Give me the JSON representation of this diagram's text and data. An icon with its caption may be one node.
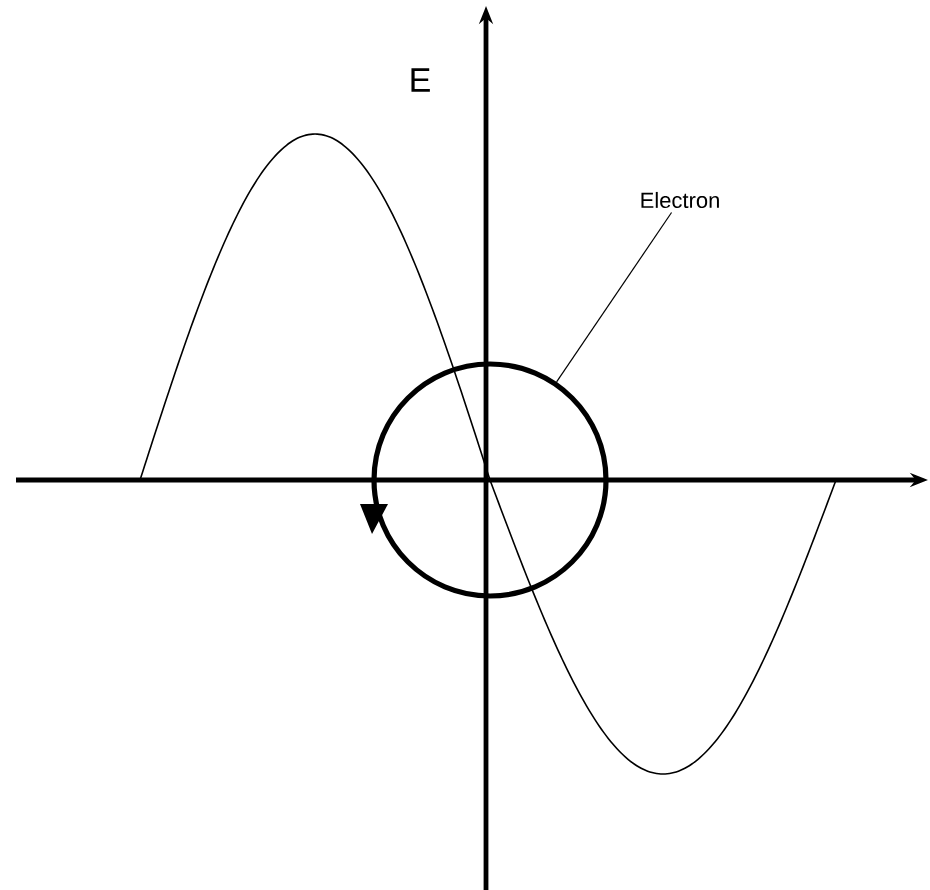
{
  "diagram": {
    "nodes": [
      {
        "text": [
          "Electron"
        ]
      },
      {
        "text": [],
        "shape": "circle"
      }
    ],
    "edges": [
      {
        "from": 0,
        "to": 1,
        "arrow": "none"
      }
    ],
    "labels": [
      "E"
    ]
  }
}
